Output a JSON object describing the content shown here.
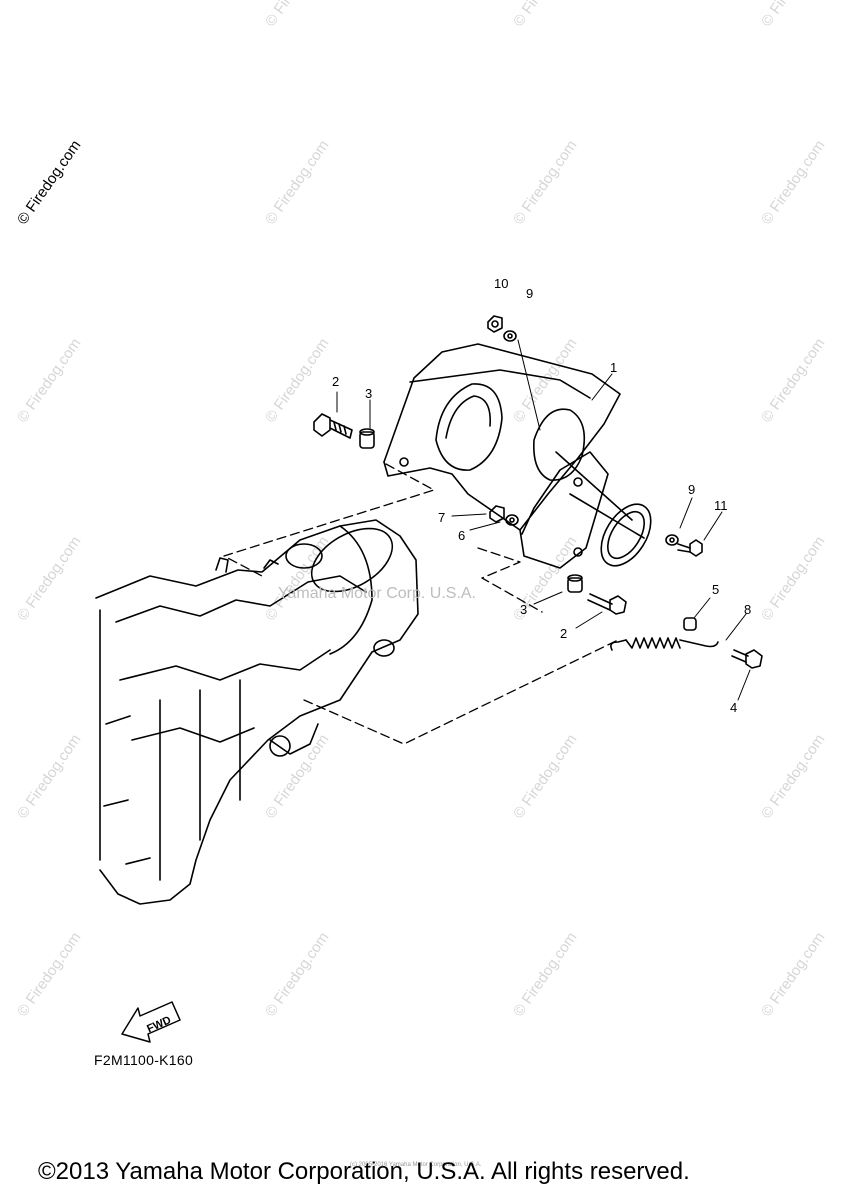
{
  "watermark": {
    "site_dark": "© Firedog.com",
    "site_light": "© Firedog.com",
    "center": "Yamaha Motor Corp. U.S.A."
  },
  "callouts": {
    "c1": "1",
    "c2a": "2",
    "c2b": "2",
    "c3a": "3",
    "c3b": "3",
    "c4": "4",
    "c5": "5",
    "c6": "6",
    "c7": "7",
    "c8": "8",
    "c9a": "9",
    "c9b": "9",
    "c10": "10",
    "c11": "11"
  },
  "fwd_label": "FWD",
  "diagram_code": "F2M1100-K160",
  "tiny_copyright": "(c) 2005-2016 Yamaha Motor Corporation, U.S.A.",
  "copyright": "©2013 Yamaha Motor Corporation, U.S.A. All rights reserved."
}
